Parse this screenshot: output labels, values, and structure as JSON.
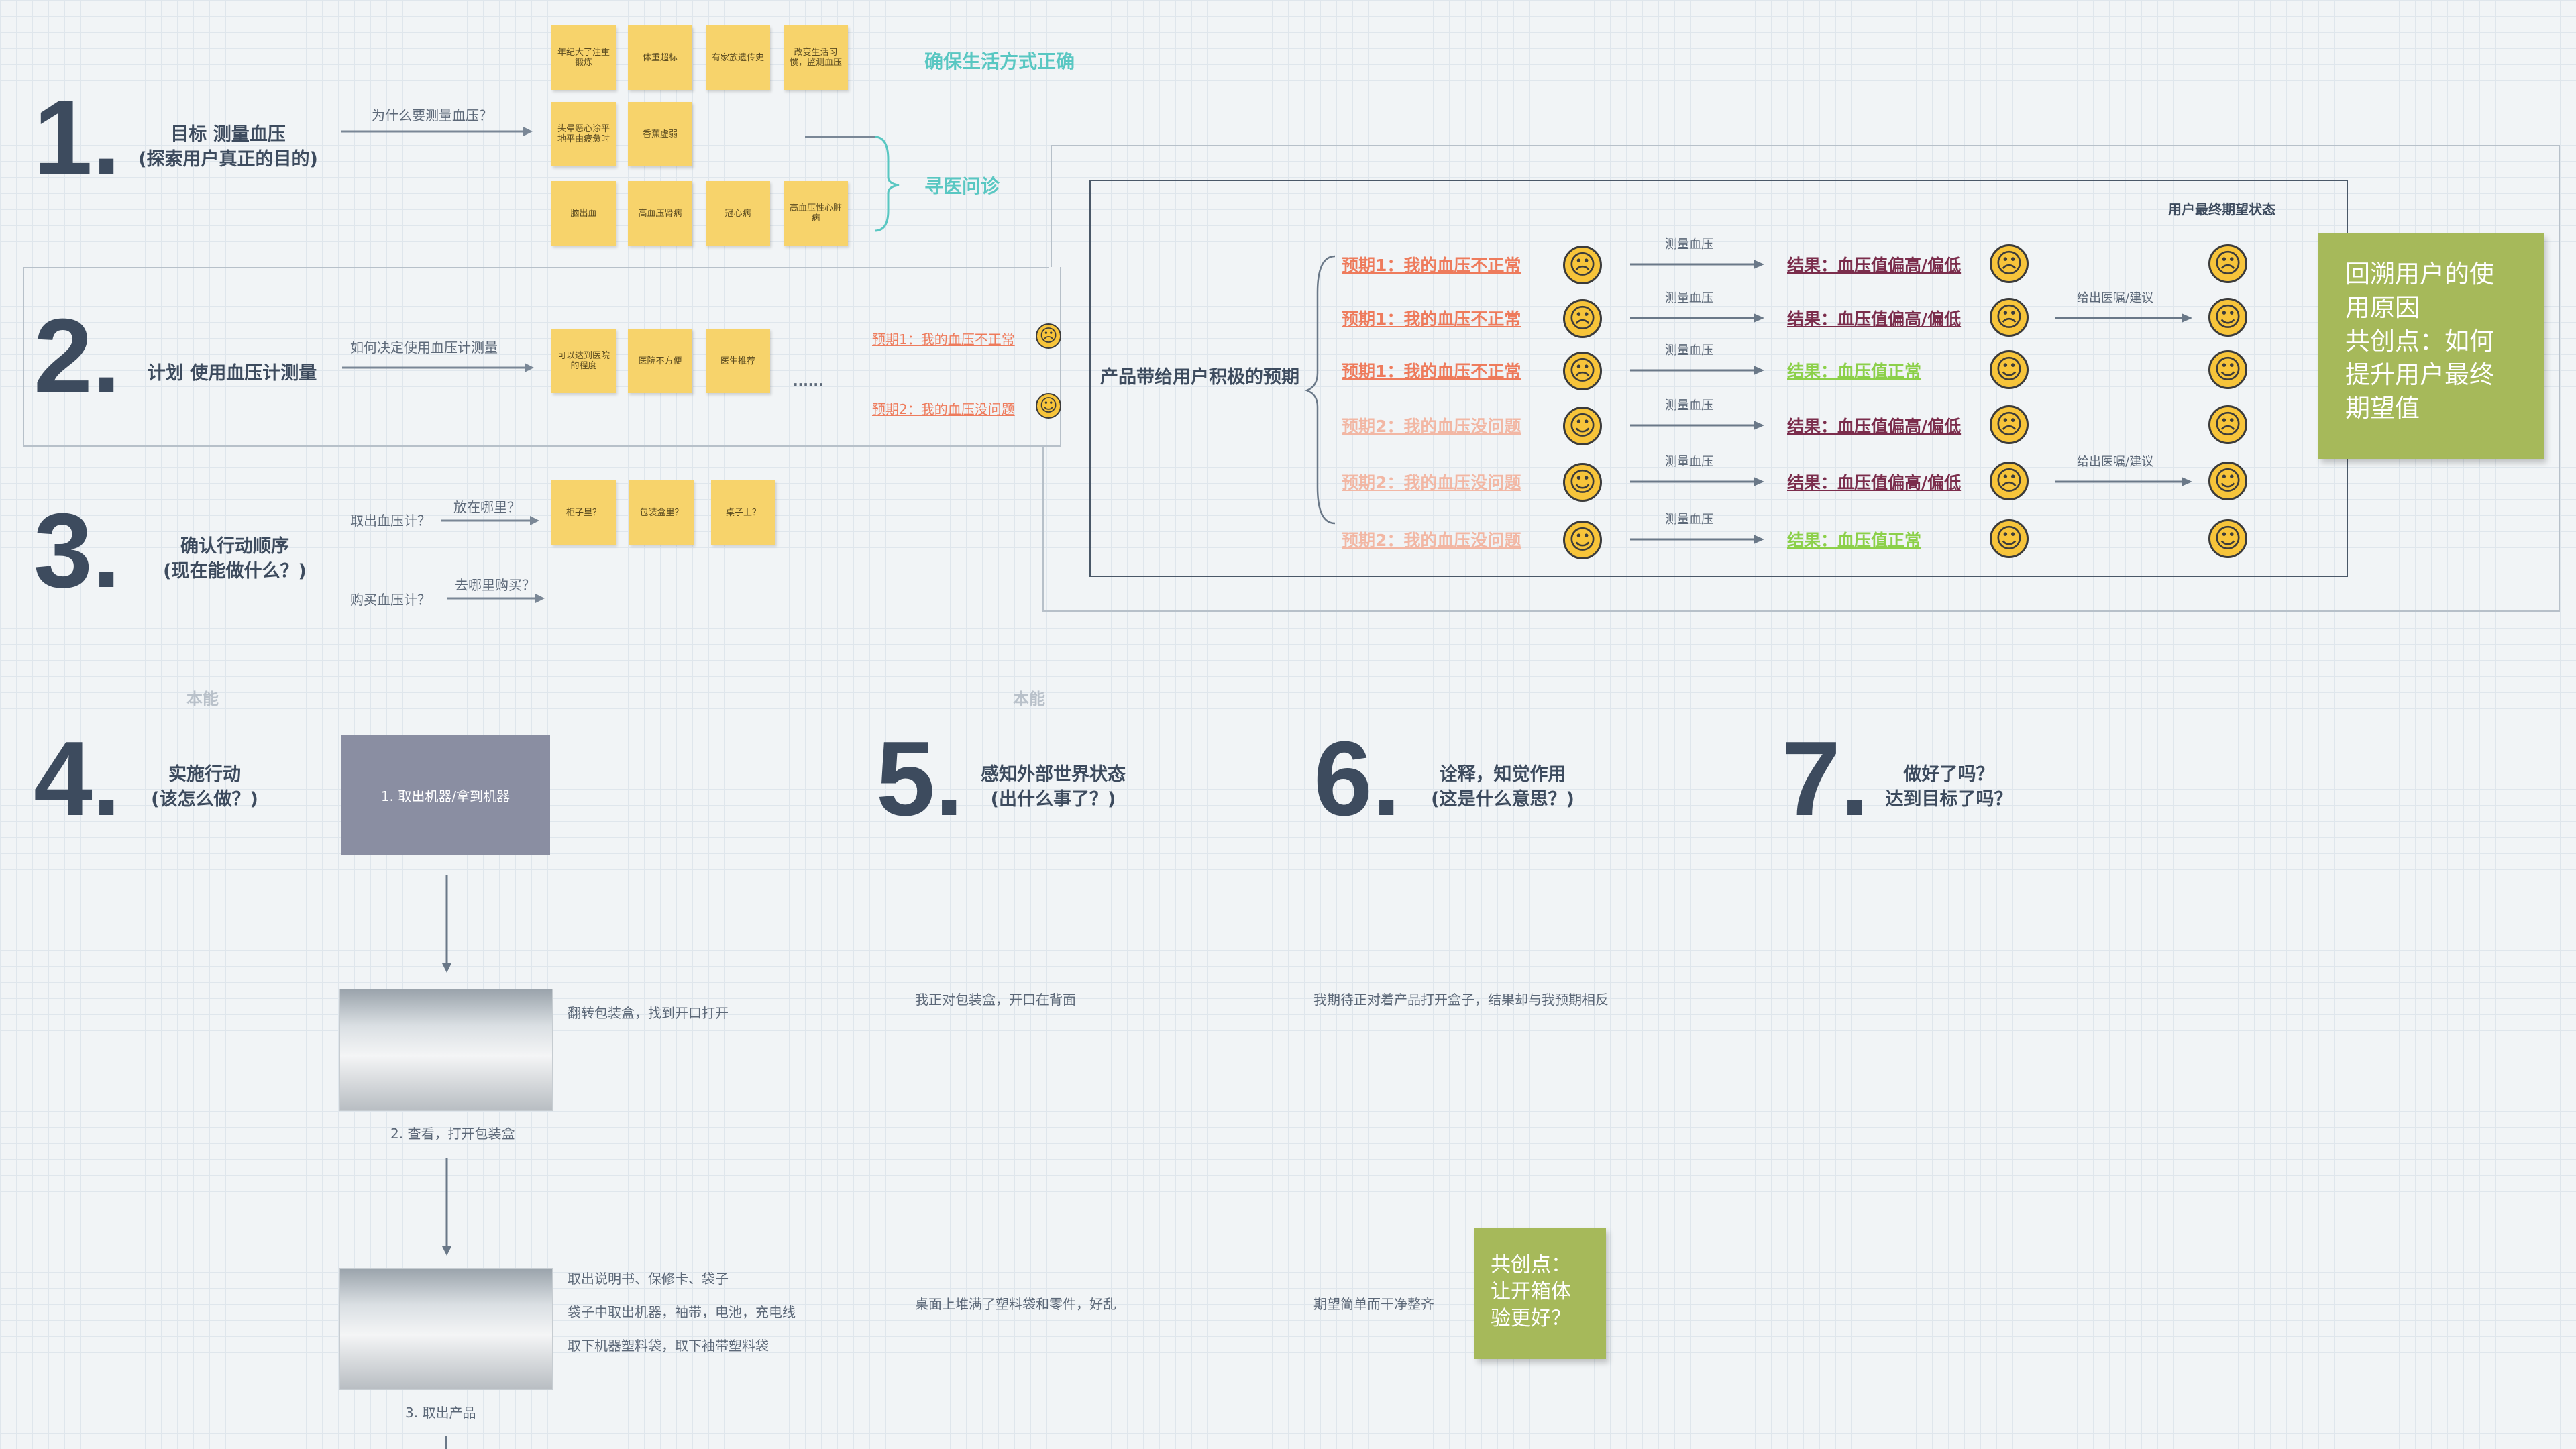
{
  "steps": [
    {
      "num": "1",
      "title": "目标 测量血压\n(探索用户真正的目的)"
    },
    {
      "num": "2",
      "title": "计划 使用血压计测量"
    },
    {
      "num": "3",
      "title": "确认行动顺序\n(现在能做什么？)"
    },
    {
      "num": "4",
      "title": "实施行动\n(该怎么做？)"
    },
    {
      "num": "5",
      "title": "感知外部世界状态\n(出什么事了？)"
    },
    {
      "num": "6",
      "title": "诠释，知觉作用\n(这是什么意思？)"
    },
    {
      "num": "7",
      "title": "做好了吗？\n达到目标了吗？"
    }
  ],
  "step1": {
    "arrow_label": "为什么要测量血压？",
    "stickies": [
      "年纪大了注重锻炼",
      "体重超标",
      "有家族遗传史",
      "改变生活习惯，监测血压",
      "头晕恶心涂平地平由疲惫时",
      "香蕉虚弱",
      "脑出血",
      "高血压肾病",
      "冠心病",
      "高血压性心脏病"
    ],
    "label_lifestyle": "确保生活方式正确",
    "label_doctor": "寻医问诊"
  },
  "step2": {
    "arrow_label": "如何决定使用血压计测量",
    "stickies": [
      "可以达到医院的程度",
      "医院不方便",
      "医生推荐"
    ],
    "ellipsis": "......",
    "expect1": "预期1：我的血压不正常",
    "expect2": "预期2：我的血压没问题"
  },
  "step3": {
    "take_label": "取出血压计？",
    "where_label": "放在哪里？",
    "stickies": [
      "柜子里？",
      "包装盒里？",
      "桌子上？"
    ],
    "buy_label": "购买血压计？",
    "buy_where": "去哪里购买？"
  },
  "expectation_box": {
    "title": "产品带给用户积极的预期",
    "final_header": "用户最终期望状态",
    "measure_label": "测量血压",
    "advice_label": "给出医嘱/建议",
    "rows": [
      {
        "expect": "预期1：我的血压不正常",
        "result": "结果：血压值偏高/偏低",
        "e_face": "sad",
        "r_face": "sad",
        "final": "sad",
        "advice": false,
        "faded": false,
        "normal": false
      },
      {
        "expect": "预期1：我的血压不正常",
        "result": "结果：血压值偏高/偏低",
        "e_face": "sad",
        "r_face": "sad",
        "final": "happy",
        "advice": true,
        "faded": false,
        "normal": false
      },
      {
        "expect": "预期1：我的血压不正常",
        "result": "结果：血压值正常",
        "e_face": "sad",
        "r_face": "happy",
        "final": "happy",
        "advice": false,
        "faded": false,
        "normal": true
      },
      {
        "expect": "预期2：我的血压没问题",
        "result": "结果：血压值偏高/偏低",
        "e_face": "happy",
        "r_face": "sad",
        "final": "sad",
        "advice": false,
        "faded": true,
        "normal": false
      },
      {
        "expect": "预期2：我的血压没问题",
        "result": "结果：血压值偏高/偏低",
        "e_face": "happy",
        "r_face": "sad",
        "final": "happy",
        "advice": true,
        "faded": true,
        "normal": false
      },
      {
        "expect": "预期2：我的血压没问题",
        "result": "结果：血压值正常",
        "e_face": "happy",
        "r_face": "happy",
        "final": "happy",
        "advice": false,
        "faded": true,
        "normal": true
      }
    ]
  },
  "green_note_top": "回溯用户的使用原因\n共创点：如何提升用户最终期望值",
  "green_note_bottom": "共创点：让开箱体验更好？",
  "faded_labels": [
    "本能",
    "本能"
  ],
  "step4": {
    "action1": "1. 取出机器/拿到机器",
    "photo1_note": "翻转包装盒，找到开口打开",
    "caption2": "2. 查看，打开包装盒",
    "photo2_notes": [
      "取出说明书、保修卡、袋子",
      "袋子中取出机器，袖带，电池，充电线",
      "取下机器塑料袋，取下袖带塑料袋"
    ],
    "caption3": "3. 取出产品"
  },
  "step5_notes": [
    "我正对包装盒，开口在背面",
    "桌面上堆满了塑料袋和零件，好乱"
  ],
  "step6_notes": [
    "我期待正对着产品打开盒子，结果却与我预期相反",
    "期望简单而干净整齐"
  ],
  "colors": {
    "expect1": "#ee7b5c",
    "expect2": "#f2b7a4",
    "result_bad": "#7b2d4c",
    "result_ok": "#8cd04a",
    "sticky": "#f7d36b",
    "green_note": "#a6b95a",
    "teal": "#59c7c2"
  }
}
